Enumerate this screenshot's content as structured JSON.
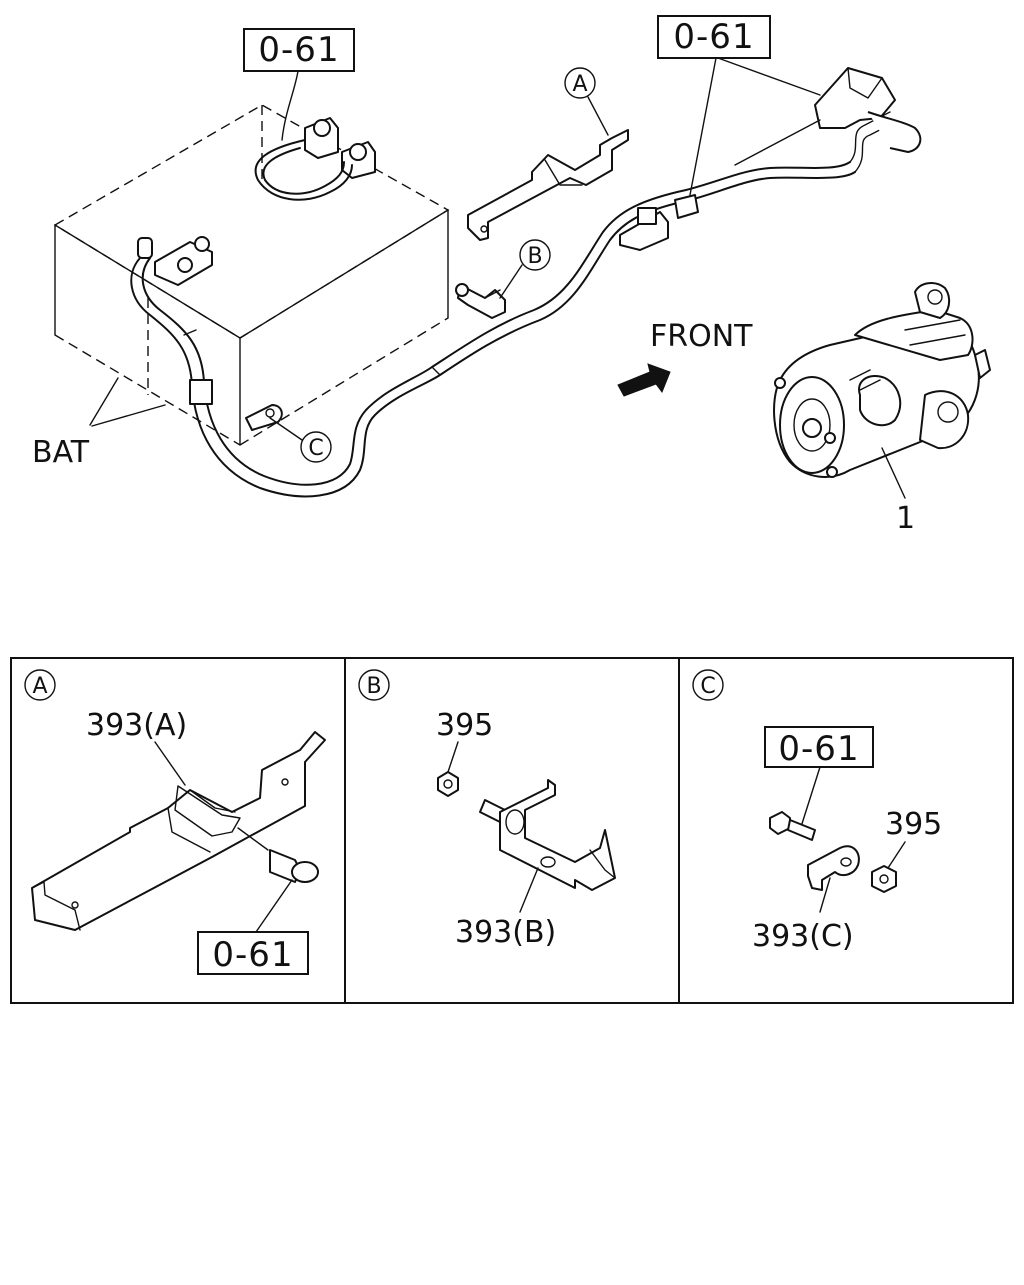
{
  "labels": {
    "ref_top_left": "0-61",
    "ref_top_right": "0-61",
    "callout_a": "A",
    "callout_b": "B",
    "callout_c": "C",
    "front": "FRONT",
    "bat": "BAT",
    "part_1": "1"
  },
  "panels": {
    "a": {
      "marker": "A",
      "part": "393(A)",
      "ref": "0-61"
    },
    "b": {
      "marker": "B",
      "nut": "395",
      "part": "393(B)"
    },
    "c": {
      "marker": "C",
      "ref": "0-61",
      "nut": "395",
      "part": "393(C)"
    }
  }
}
